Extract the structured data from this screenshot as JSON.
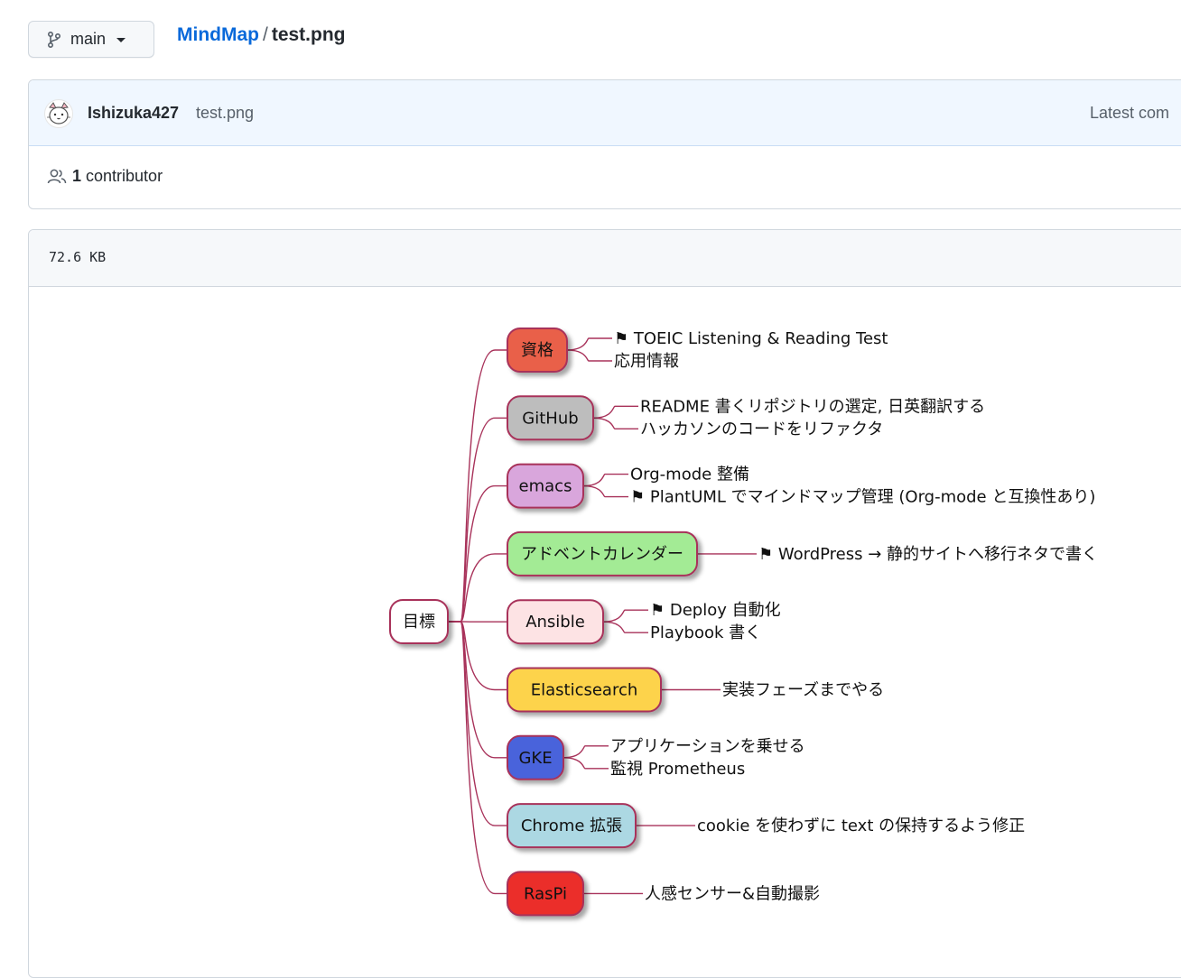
{
  "branch": {
    "label": "main",
    "icon": "git-branch-icon"
  },
  "breadcrumb": {
    "repo": "MindMap",
    "separator": "/",
    "file": "test.png"
  },
  "commit": {
    "author": "Ishizuka427",
    "message": "test.png",
    "latest": "Latest com"
  },
  "contributors": {
    "count": "1",
    "label": "contributor"
  },
  "file": {
    "size": "72.6 KB"
  },
  "mindmap": {
    "root": "目標",
    "branches": [
      {
        "label": "資格",
        "color": "#e9604a",
        "leaves": [
          "⚑ TOEIC Listening & Reading Test",
          "応用情報"
        ]
      },
      {
        "label": "GitHub",
        "color": "#bdbdbd",
        "leaves": [
          "README 書くリポジトリの選定, 日英翻訳する",
          "ハッカソンのコードをリファクタ"
        ]
      },
      {
        "label": "emacs",
        "color": "#d9a6dc",
        "leaves": [
          "Org-mode 整備",
          "⚑ PlantUML でマインドマップ管理 (Org-mode と互換性あり)"
        ]
      },
      {
        "label": "アドベントカレンダー",
        "color": "#a3eb95",
        "leaves": [
          "⚑ WordPress → 静的サイトへ移行ネタで書く"
        ]
      },
      {
        "label": "Ansible",
        "color": "#fde3e4",
        "leaves": [
          "⚑ Deploy 自動化",
          "Playbook 書く"
        ]
      },
      {
        "label": "Elasticsearch",
        "color": "#fdd34b",
        "leaves": [
          "実装フェーズまでやる"
        ]
      },
      {
        "label": "GKE",
        "color": "#4a63db",
        "leaves": [
          "アプリケーションを乗せる",
          "監視 Prometheus"
        ]
      },
      {
        "label": "Chrome 拡張",
        "color": "#acd8e3",
        "leaves": [
          "cookie を使わずに text の保持するよう修正"
        ]
      },
      {
        "label": "RasPi",
        "color": "#eb2e2a",
        "leaves": [
          "人感センサー&自動撮影"
        ]
      }
    ]
  }
}
